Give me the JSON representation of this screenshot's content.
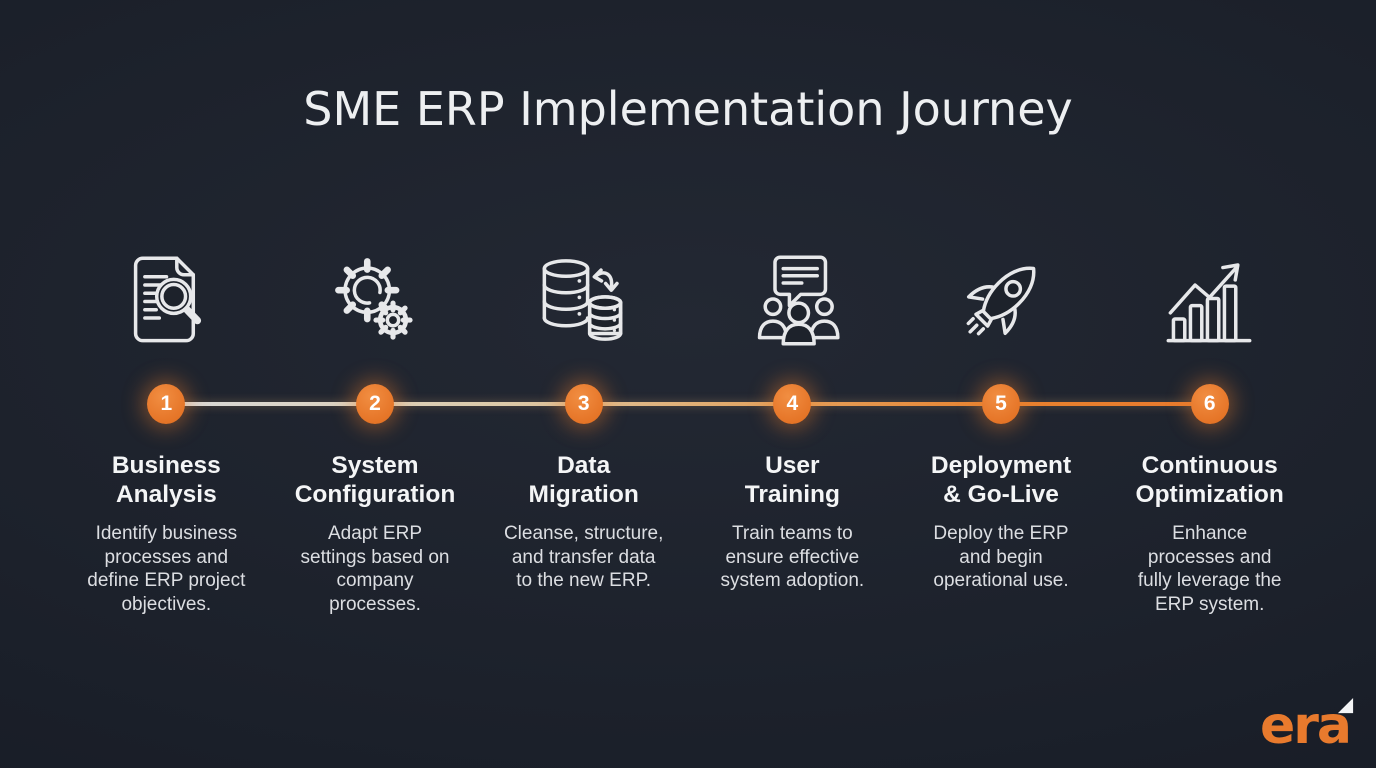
{
  "title": "SME ERP Implementation Journey",
  "colors": {
    "background": "#1c212b",
    "accent_orange": "#e87a2d",
    "timeline_start": "#dadada",
    "timeline_end": "#e87a2d",
    "icon_stroke": "#e7e8ea",
    "heading_text": "#f4f5f6",
    "body_text": "#dcdee2"
  },
  "steps": [
    {
      "number": "1",
      "icon": "document-search-icon",
      "title": "Business\nAnalysis",
      "description": "Identify business\nprocesses and\ndefine ERP project\nobjectives."
    },
    {
      "number": "2",
      "icon": "gears-icon",
      "title": "System\nConfiguration",
      "description": "Adapt ERP\nsettings based on\ncompany\nprocesses."
    },
    {
      "number": "3",
      "icon": "database-migration-icon",
      "title": "Data\nMigration",
      "description": "Cleanse, structure,\nand transfer data\nto the new ERP."
    },
    {
      "number": "4",
      "icon": "user-training-icon",
      "title": "User\nTraining",
      "description": "Train teams to\nensure effective\nsystem adoption."
    },
    {
      "number": "5",
      "icon": "rocket-icon",
      "title": "Deployment\n& Go-Live",
      "description": "Deploy the ERP\nand begin\noperational use."
    },
    {
      "number": "6",
      "icon": "growth-chart-icon",
      "title": "Continuous\nOptimization",
      "description": "Enhance\nprocesses and\nfully leverage the\nERP system."
    }
  ],
  "logo": {
    "text": "era",
    "arrow_icon": "up-right-arrow-icon"
  }
}
